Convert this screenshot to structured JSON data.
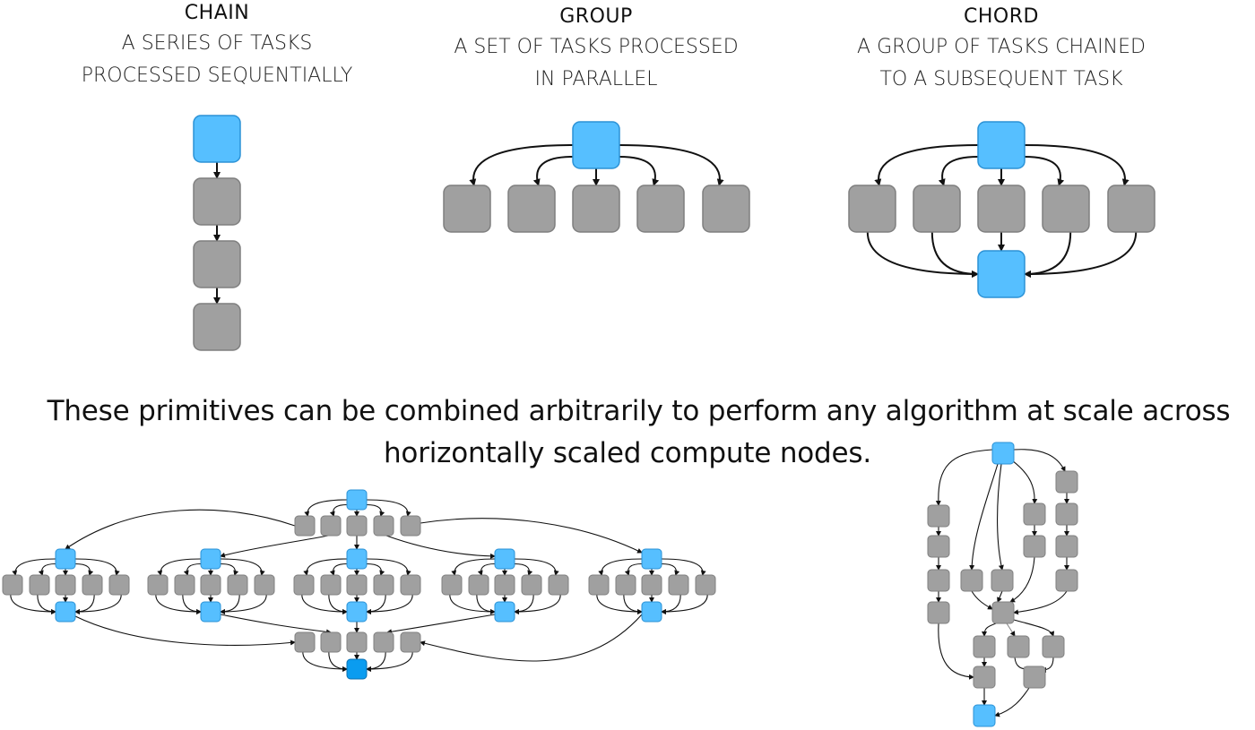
{
  "primitives": [
    {
      "key": "chain",
      "title": "CHAIN",
      "lines": [
        "A SERIES OF TASKS",
        "PROCESSED SEQUENTIALLY"
      ]
    },
    {
      "key": "group",
      "title": "GROUP",
      "lines": [
        "A SET OF TASKS PROCESSED",
        "IN PARALLEL"
      ]
    },
    {
      "key": "chord",
      "title": "CHORD",
      "lines": [
        "A GROUP OF TASKS CHAINED",
        "TO A SUBSEQUENT TASK"
      ]
    }
  ],
  "caption": {
    "line1": "These primitives can be combined arbitrarily to perform any algorithm at scale across",
    "line2": "horizontally scaled compute nodes."
  },
  "colors": {
    "task_blue": "#56bfff",
    "task_blue_border": "#2b92d6",
    "final_blue": "#0a9cf0",
    "final_blue_border": "#0a6fb0",
    "task_gray": "#a0a0a0",
    "task_gray_border": "#7f7f7f",
    "edge": "#111111"
  }
}
